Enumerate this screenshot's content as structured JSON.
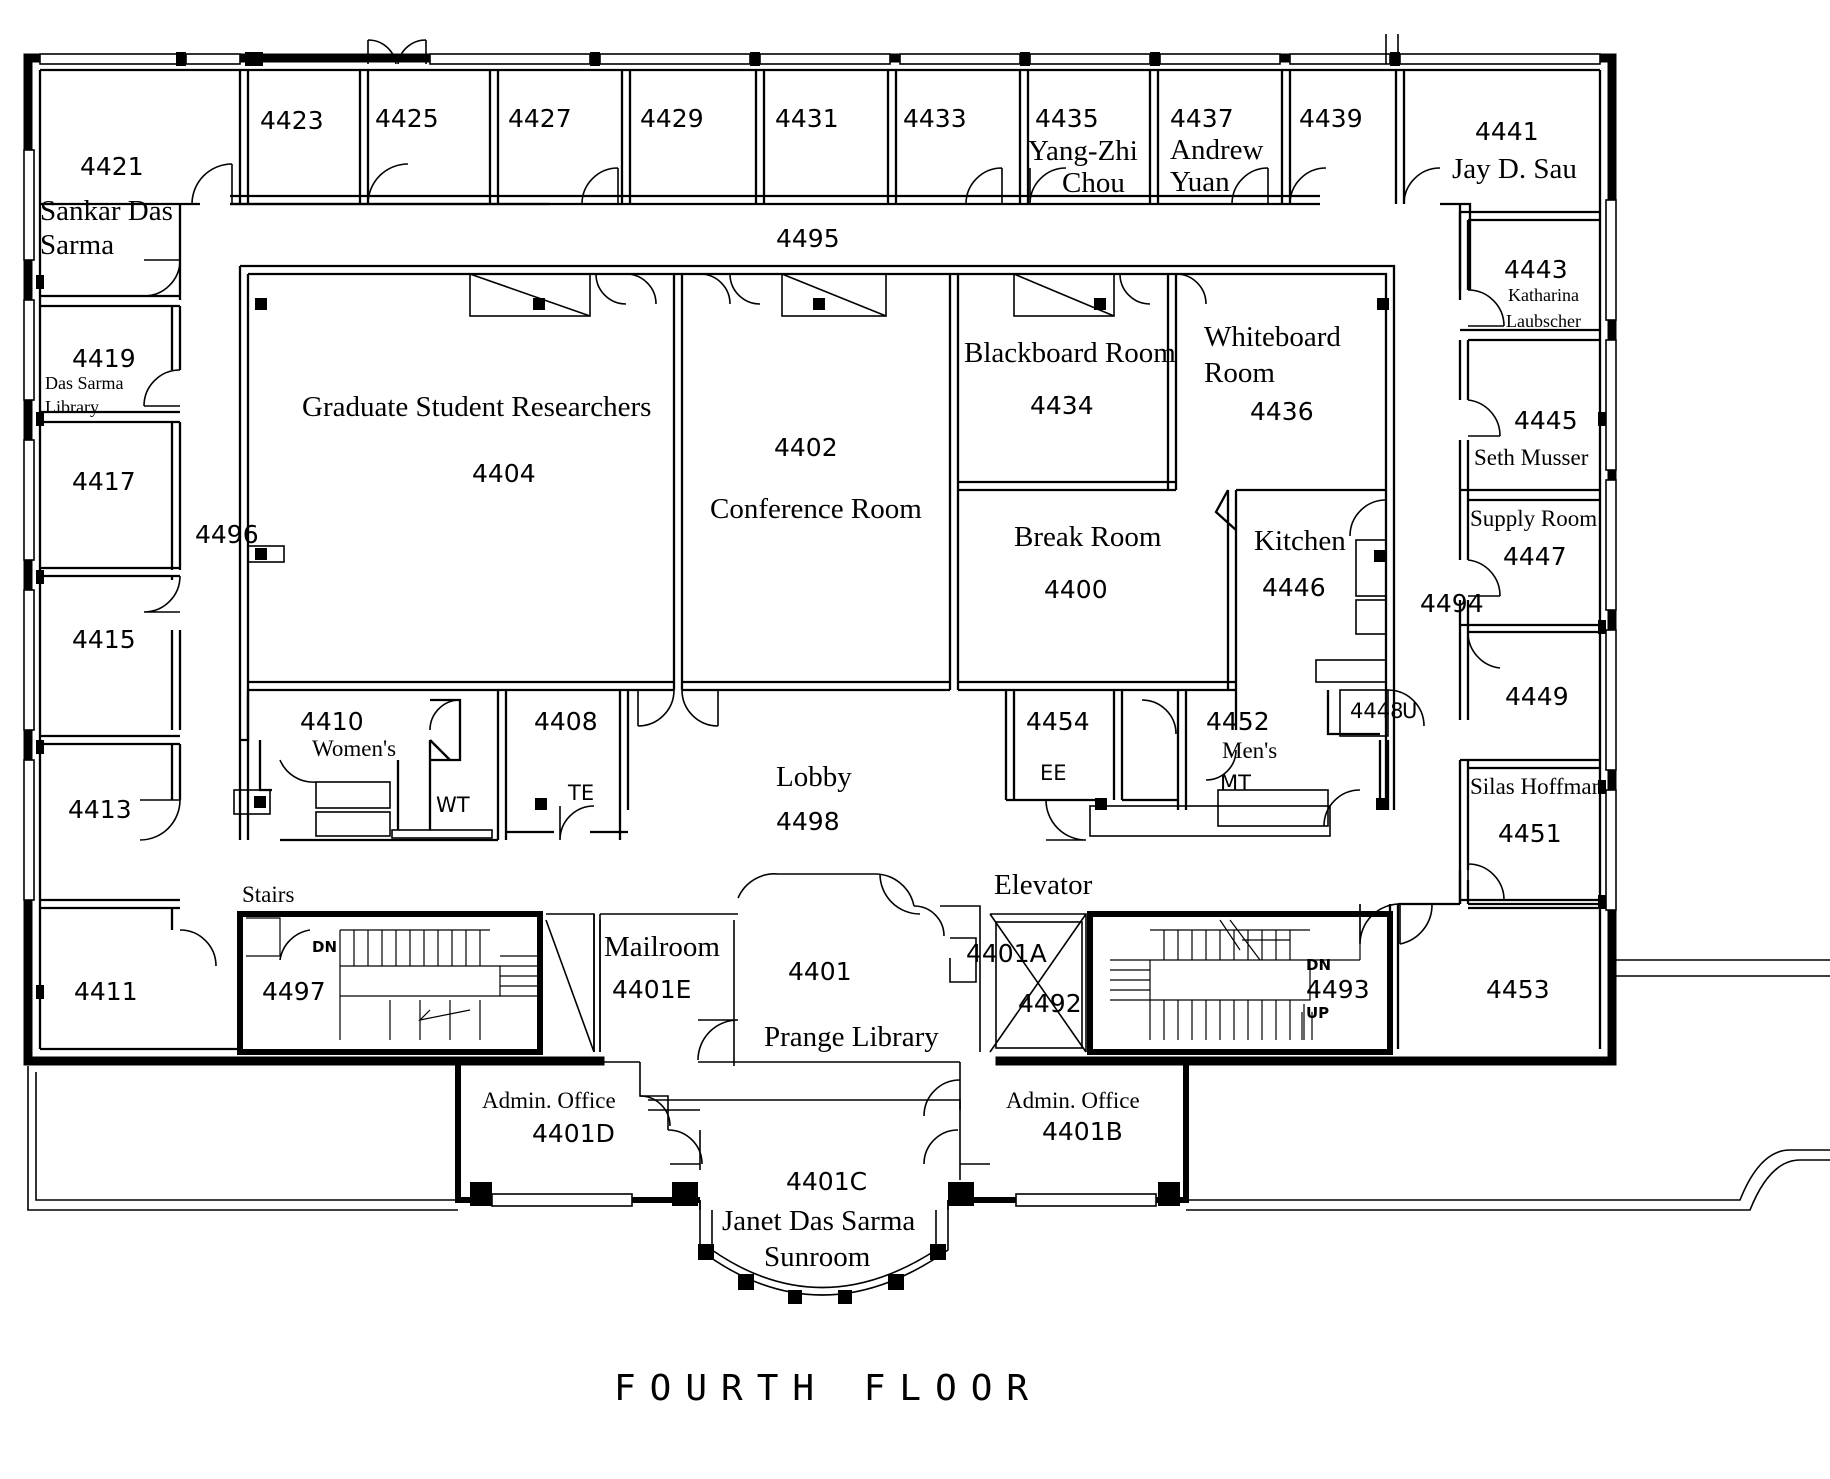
{
  "plan_title": "FOURTH FLOOR",
  "rooms": {
    "r4421": {
      "number": "4421",
      "occupant_line1": "Sankar Das",
      "occupant_line2": "Sarma"
    },
    "r4423": {
      "number": "4423"
    },
    "r4425": {
      "number": "4425"
    },
    "r4427": {
      "number": "4427"
    },
    "r4429": {
      "number": "4429"
    },
    "r4431": {
      "number": "4431"
    },
    "r4433": {
      "number": "4433"
    },
    "r4435": {
      "number": "4435",
      "occupant_line1": "Yang-Zhi",
      "occupant_line2": "Chou"
    },
    "r4437": {
      "number": "4437",
      "occupant_line1": "Andrew",
      "occupant_line2": "Yuan"
    },
    "r4439": {
      "number": "4439"
    },
    "r4441": {
      "number": "4441",
      "occupant": "Jay D. Sau"
    },
    "r4443": {
      "number": "4443",
      "occupant_line1": "Katharina",
      "occupant_line2": "Laubscher"
    },
    "r4445": {
      "number": "4445",
      "occupant": "Seth Musser"
    },
    "r4447": {
      "number": "4447",
      "name": "Supply Room"
    },
    "r4449": {
      "number": "4449"
    },
    "r4451": {
      "number": "4451",
      "occupant": "Silas Hoffman"
    },
    "r4453": {
      "number": "4453"
    },
    "r4419": {
      "number": "4419",
      "name_line1": "Das Sarma",
      "name_line2": "Library"
    },
    "r4417": {
      "number": "4417"
    },
    "r4415": {
      "number": "4415"
    },
    "r4413": {
      "number": "4413"
    },
    "r4411": {
      "number": "4411"
    },
    "r4495": {
      "number": "4495"
    },
    "r4496": {
      "number": "4496"
    },
    "r4494": {
      "number": "4494"
    },
    "r4404": {
      "number": "4404",
      "name": "Graduate Student Researchers"
    },
    "r4402": {
      "number": "4402",
      "name": "Conference Room"
    },
    "r4434": {
      "number": "4434",
      "name": "Blackboard Room"
    },
    "r4436": {
      "number": "4436",
      "name_line1": "Whiteboard",
      "name_line2": "Room"
    },
    "r4400": {
      "number": "4400",
      "name": "Break Room"
    },
    "r4446": {
      "number": "4446",
      "name": "Kitchen"
    },
    "r4410": {
      "number": "4410",
      "name": "Women's",
      "sub": "WT"
    },
    "r4408": {
      "number": "4408",
      "sub": "TE"
    },
    "r4498": {
      "number": "4498",
      "name": "Lobby"
    },
    "r4454": {
      "number": "4454",
      "sub": "EE"
    },
    "r4452": {
      "number": "4452",
      "name": "Men's",
      "sub": "MT"
    },
    "r4448": {
      "number": "4448",
      "suffix": "U"
    },
    "r4497": {
      "number": "4497",
      "name": "Stairs",
      "dn": "DN"
    },
    "r4401E": {
      "number": "4401E",
      "name": "Mailroom"
    },
    "r4401": {
      "number": "4401",
      "name": "Prange Library"
    },
    "r4401A": {
      "number": "4401A"
    },
    "r4492": {
      "number": "4492",
      "name": "Elevator"
    },
    "r4493": {
      "number": "4493",
      "dn": "DN",
      "up": "UP"
    },
    "r4401D": {
      "number": "4401D",
      "name": "Admin. Office"
    },
    "r4401B": {
      "number": "4401B",
      "name": "Admin. Office"
    },
    "r4401C": {
      "number": "4401C",
      "name_line1": "Janet Das Sarma",
      "name_line2": "Sunroom"
    }
  }
}
